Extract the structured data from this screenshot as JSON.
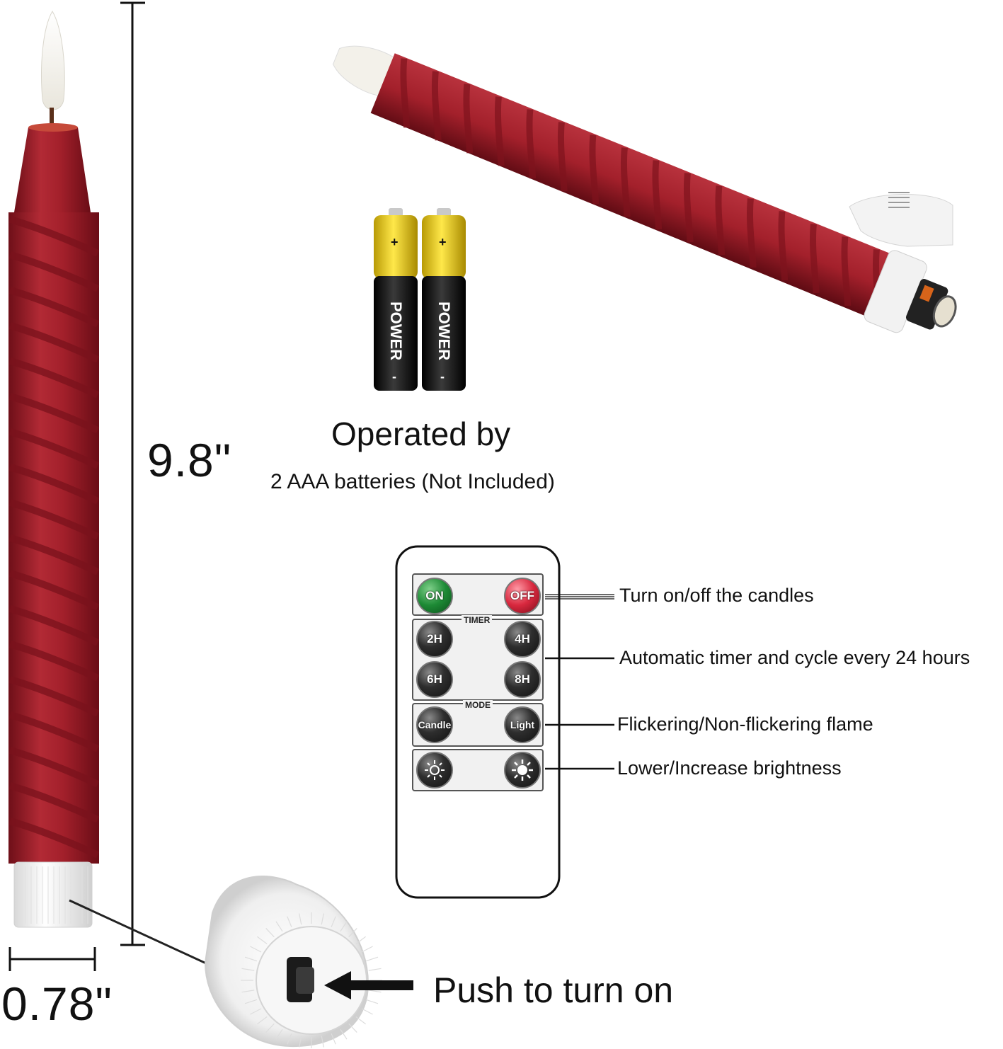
{
  "dimensions": {
    "height": "9.8\"",
    "diameter": "0.78\""
  },
  "battery_info": {
    "headline": "Operated by",
    "detail": "2 AAA batteries (Not Included)",
    "battery_brand": "POWER",
    "plus_sign": "+",
    "minus_sign": "-"
  },
  "remote": {
    "on_label": "ON",
    "off_label": "OFF",
    "timer_group": "TIMER",
    "timer_buttons": [
      "2H",
      "4H",
      "6H",
      "8H"
    ],
    "mode_group": "MODE",
    "mode_buttons": [
      "Candle",
      "Light"
    ],
    "brightness_icons": [
      "sun-dim-icon",
      "sun-bright-icon"
    ]
  },
  "callouts": [
    "Turn on/off the candles",
    "Automatic timer and cycle every 24 hours",
    "Flickering/Non-flickering flame",
    "Lower/Increase brightness"
  ],
  "push_label": "Push to turn on",
  "colors": {
    "candle_red": "#a3202b",
    "candle_dark": "#7a121c",
    "base_white": "#f4f4f4",
    "battery_yellow": "#f2d21a",
    "battery_black": "#111111"
  }
}
